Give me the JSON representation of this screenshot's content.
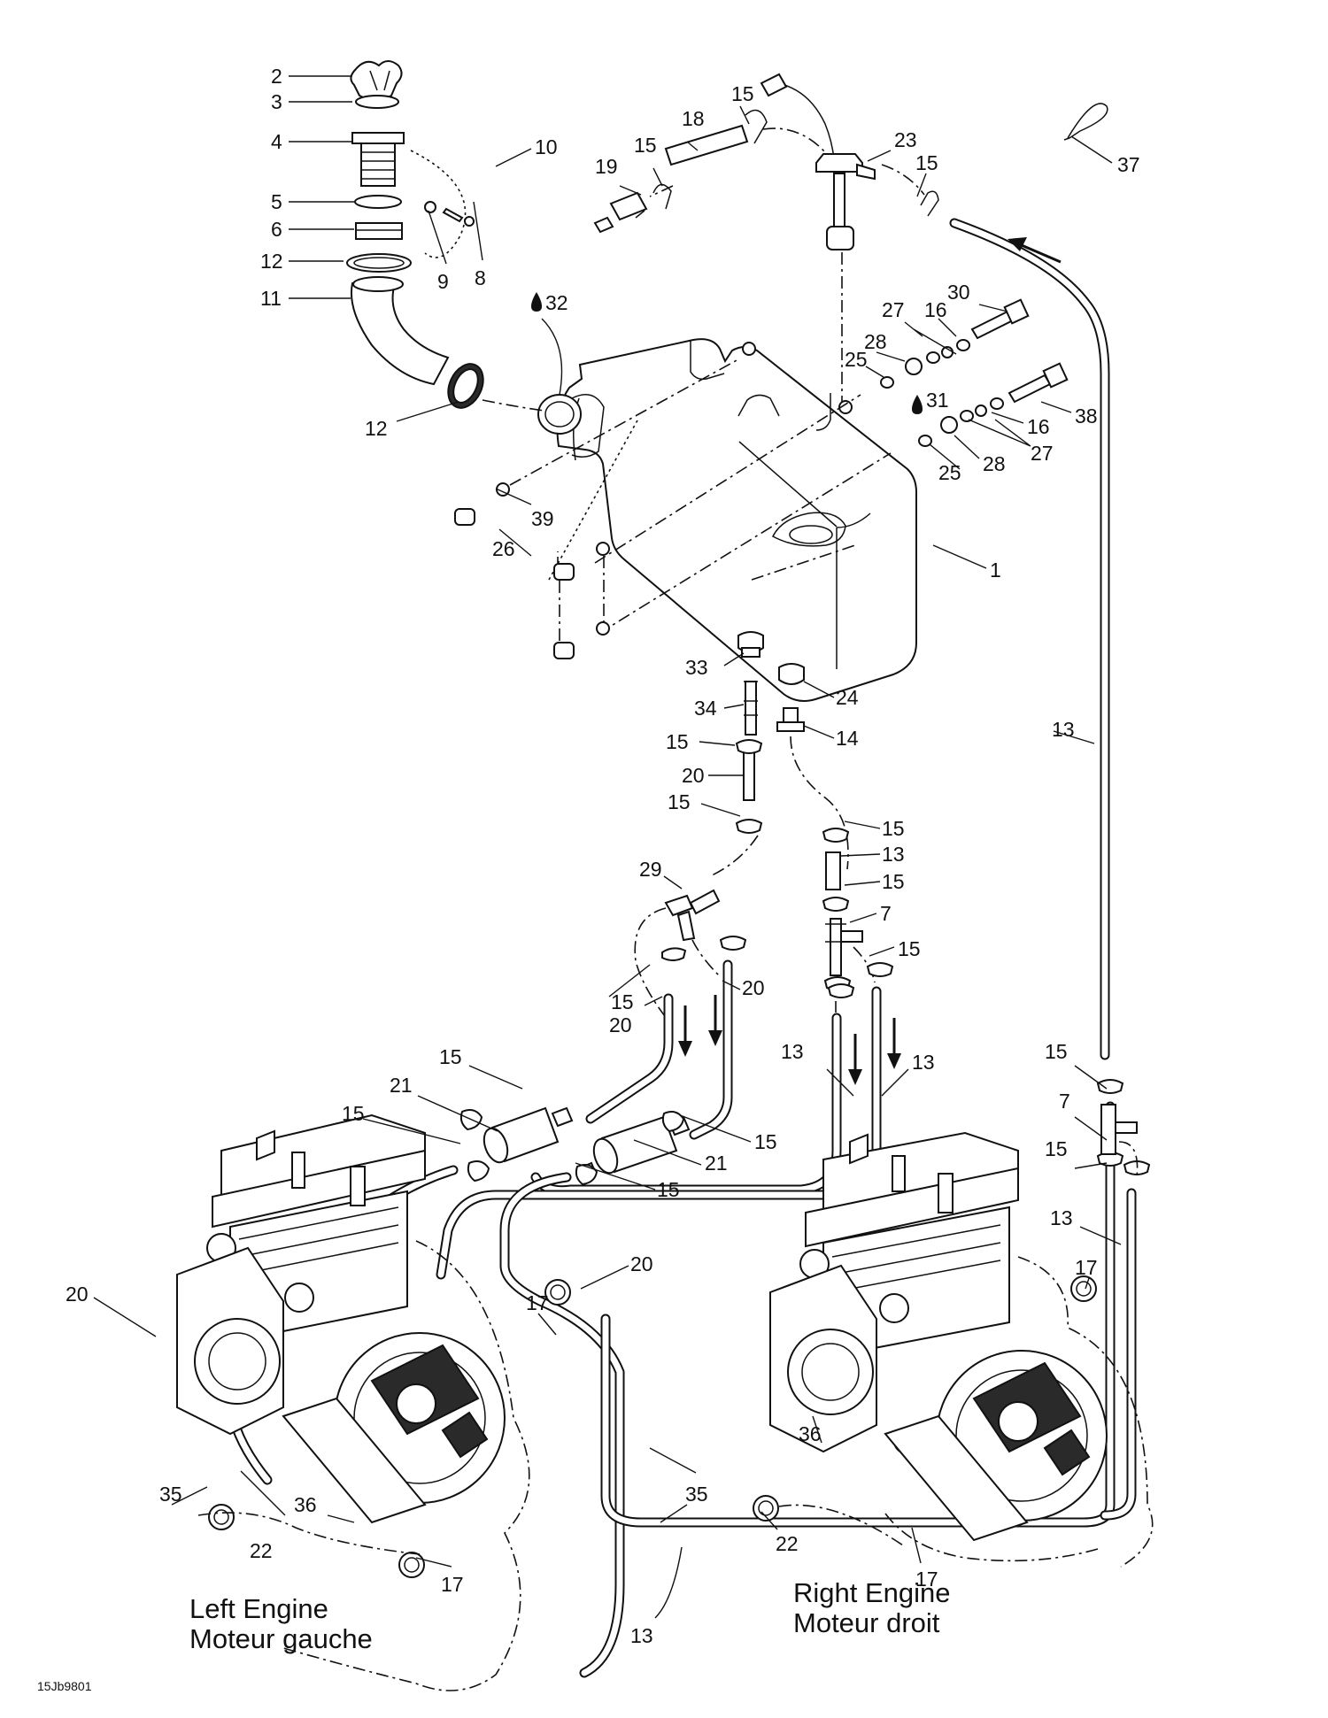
{
  "figure_code": "15Jb9801",
  "captions": {
    "left_engine": [
      "Left Engine",
      "Moteur gauche"
    ],
    "right_engine": [
      "Right Engine",
      "Moteur droit"
    ]
  },
  "callouts": [
    {
      "id": "c2",
      "text": "2"
    },
    {
      "id": "c3",
      "text": "3"
    },
    {
      "id": "c4",
      "text": "4"
    },
    {
      "id": "c5",
      "text": "5"
    },
    {
      "id": "c6",
      "text": "6"
    },
    {
      "id": "c12a",
      "text": "12"
    },
    {
      "id": "c11",
      "text": "11"
    },
    {
      "id": "c9",
      "text": "9"
    },
    {
      "id": "c8",
      "text": "8"
    },
    {
      "id": "c10",
      "text": "10"
    },
    {
      "id": "c12b",
      "text": "12"
    },
    {
      "id": "c32",
      "text": "32"
    },
    {
      "id": "c19",
      "text": "19"
    },
    {
      "id": "c15a",
      "text": "15"
    },
    {
      "id": "c18",
      "text": "18"
    },
    {
      "id": "c15b",
      "text": "15"
    },
    {
      "id": "c23",
      "text": "23"
    },
    {
      "id": "c15c",
      "text": "15"
    },
    {
      "id": "c37",
      "text": "37"
    },
    {
      "id": "c30",
      "text": "30"
    },
    {
      "id": "c27a",
      "text": "27"
    },
    {
      "id": "c16a",
      "text": "16"
    },
    {
      "id": "c28a",
      "text": "28"
    },
    {
      "id": "c25a",
      "text": "25"
    },
    {
      "id": "c31",
      "text": "31"
    },
    {
      "id": "c38",
      "text": "38"
    },
    {
      "id": "c16b",
      "text": "16"
    },
    {
      "id": "c27b",
      "text": "27"
    },
    {
      "id": "c28b",
      "text": "28"
    },
    {
      "id": "c25b",
      "text": "25"
    },
    {
      "id": "c39",
      "text": "39"
    },
    {
      "id": "c26",
      "text": "26"
    },
    {
      "id": "c1",
      "text": "1"
    },
    {
      "id": "c33",
      "text": "33"
    },
    {
      "id": "c34",
      "text": "34"
    },
    {
      "id": "c24",
      "text": "24"
    },
    {
      "id": "c15d",
      "text": "15"
    },
    {
      "id": "c14",
      "text": "14"
    },
    {
      "id": "c20a",
      "text": "20"
    },
    {
      "id": "c15e",
      "text": "15"
    },
    {
      "id": "c13a",
      "text": "13"
    },
    {
      "id": "c29",
      "text": "29"
    },
    {
      "id": "c15f",
      "text": "15"
    },
    {
      "id": "c13b",
      "text": "13"
    },
    {
      "id": "c15g",
      "text": "15"
    },
    {
      "id": "c7a",
      "text": "7"
    },
    {
      "id": "c15h",
      "text": "15"
    },
    {
      "id": "c15i",
      "text": "15"
    },
    {
      "id": "c20b",
      "text": "20"
    },
    {
      "id": "c20c",
      "text": "20"
    },
    {
      "id": "c13c",
      "text": "13"
    },
    {
      "id": "c13d",
      "text": "13"
    },
    {
      "id": "c15j",
      "text": "15"
    },
    {
      "id": "c21a",
      "text": "21"
    },
    {
      "id": "c15k",
      "text": "15"
    },
    {
      "id": "c15l",
      "text": "15"
    },
    {
      "id": "c21b",
      "text": "21"
    },
    {
      "id": "c15m",
      "text": "15"
    },
    {
      "id": "c15n",
      "text": "15"
    },
    {
      "id": "c7b",
      "text": "7"
    },
    {
      "id": "c15o",
      "text": "15"
    },
    {
      "id": "c13e",
      "text": "13"
    },
    {
      "id": "c20d",
      "text": "20"
    },
    {
      "id": "c20e",
      "text": "20"
    },
    {
      "id": "c17a",
      "text": "17"
    },
    {
      "id": "c17b",
      "text": "17"
    },
    {
      "id": "c36a",
      "text": "36"
    },
    {
      "id": "c35a",
      "text": "35"
    },
    {
      "id": "c22a",
      "text": "22"
    },
    {
      "id": "c36b",
      "text": "36"
    },
    {
      "id": "c17c",
      "text": "17"
    },
    {
      "id": "c35b",
      "text": "35"
    },
    {
      "id": "c22b",
      "text": "22"
    },
    {
      "id": "c17d",
      "text": "17"
    },
    {
      "id": "c13f",
      "text": "13"
    }
  ]
}
